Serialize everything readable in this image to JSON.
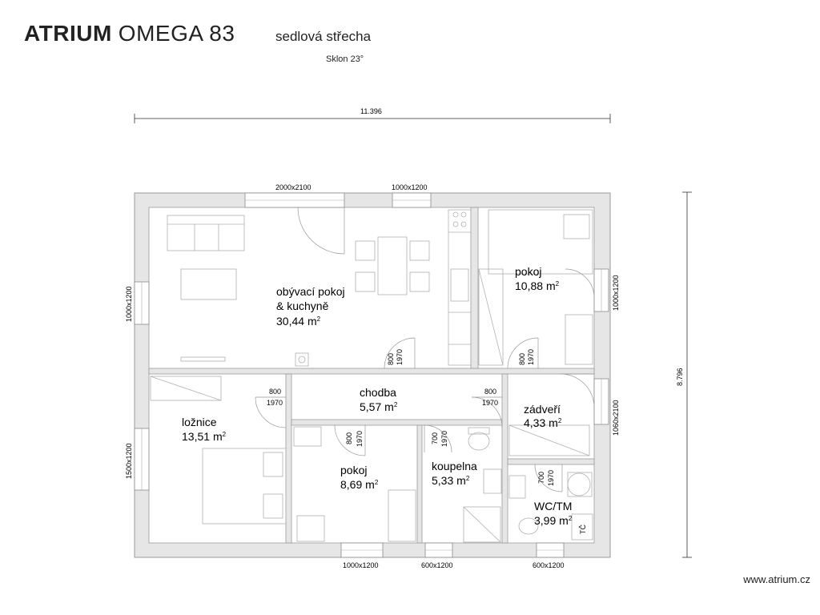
{
  "header": {
    "brand": "ATRIUM",
    "model": "OMEGA 83",
    "roof_type": "sedlová střecha",
    "slope": "Sklon 23°"
  },
  "footer": {
    "website": "www.atrium.cz"
  },
  "dimensions": {
    "overall_width": "11.396",
    "overall_depth": "8.796"
  },
  "rooms": [
    {
      "id": "living",
      "name_lines": [
        "obývací pokoj",
        "& kuchyně"
      ],
      "area": "30,44",
      "unit": "m",
      "sup": "2"
    },
    {
      "id": "room1",
      "name_lines": [
        "pokoj"
      ],
      "area": "10,88",
      "unit": "m",
      "sup": "2"
    },
    {
      "id": "hall",
      "name_lines": [
        "chodba"
      ],
      "area": "5,57",
      "unit": "m",
      "sup": "2"
    },
    {
      "id": "vestibule",
      "name_lines": [
        "zádveří"
      ],
      "area": "4,33",
      "unit": "m",
      "sup": "2"
    },
    {
      "id": "bedroom",
      "name_lines": [
        "ložnice"
      ],
      "area": "13,51",
      "unit": "m",
      "sup": "2"
    },
    {
      "id": "room2",
      "name_lines": [
        "pokoj"
      ],
      "area": "8,69",
      "unit": "m",
      "sup": "2"
    },
    {
      "id": "bathroom",
      "name_lines": [
        "koupelna"
      ],
      "area": "5,33",
      "unit": "m",
      "sup": "2"
    },
    {
      "id": "wc",
      "name_lines": [
        "WC/TM"
      ],
      "area": "3,99",
      "unit": "m",
      "sup": "2"
    }
  ],
  "windows": {
    "top_left": "2000x2100",
    "top_mid": "1000x1200",
    "left_upper": "1000x1200",
    "left_lower": "1500x1200",
    "right_upper": "1000x1200",
    "right_lower": "1060x2100",
    "bottom_left": "1000x1200",
    "bottom_mid": "600x1200",
    "bottom_right": "600x1200"
  },
  "doors": [
    {
      "id": "door-living",
      "w": "800",
      "h": "1970"
    },
    {
      "id": "door-room1",
      "w": "800",
      "h": "1970"
    },
    {
      "id": "door-bedroom",
      "w": "800",
      "h": "1970"
    },
    {
      "id": "door-vestibule",
      "w": "800",
      "h": "1970"
    },
    {
      "id": "door-room2",
      "w": "800",
      "h": "1970"
    },
    {
      "id": "door-bath",
      "w": "700",
      "h": "1970"
    },
    {
      "id": "door-wc",
      "w": "700",
      "h": "1970"
    }
  ],
  "labels": {
    "heat_pump": "TČ"
  }
}
